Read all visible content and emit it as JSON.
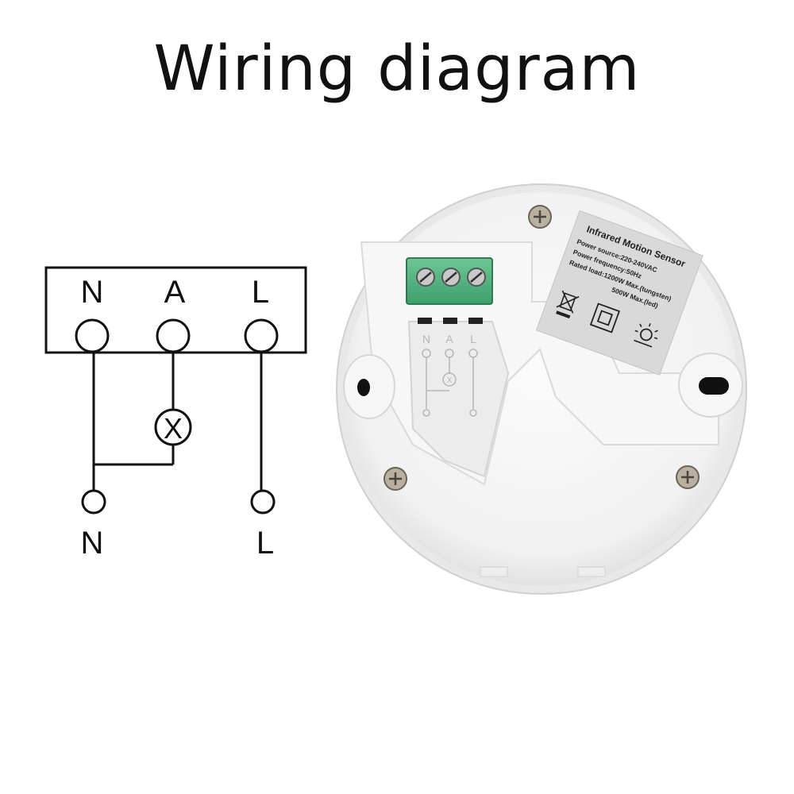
{
  "title": "Wiring diagram",
  "schematic": {
    "terminals": [
      "N",
      "A",
      "L"
    ],
    "lamp_symbol": "X",
    "supply": [
      "N",
      "L"
    ]
  },
  "device": {
    "label": {
      "title": "Infrared Motion Sensor",
      "lines": [
        "Power source:220-240VAC",
        "Power frequency:50Hz",
        "Rated load:1200W Max.(tungsten)",
        "500W Max.(led)"
      ]
    },
    "molded_terminals": [
      "N",
      "A",
      "L"
    ],
    "molded_lamp_symbol": "X",
    "icons": [
      "weee-bin-icon",
      "double-insulation-icon",
      "lamp-icon"
    ]
  },
  "colors": {
    "terminal_block": "#4caf7a",
    "device_body": "#f2f2f2",
    "label_bg": "#d9d9d9",
    "line": "#111111"
  }
}
